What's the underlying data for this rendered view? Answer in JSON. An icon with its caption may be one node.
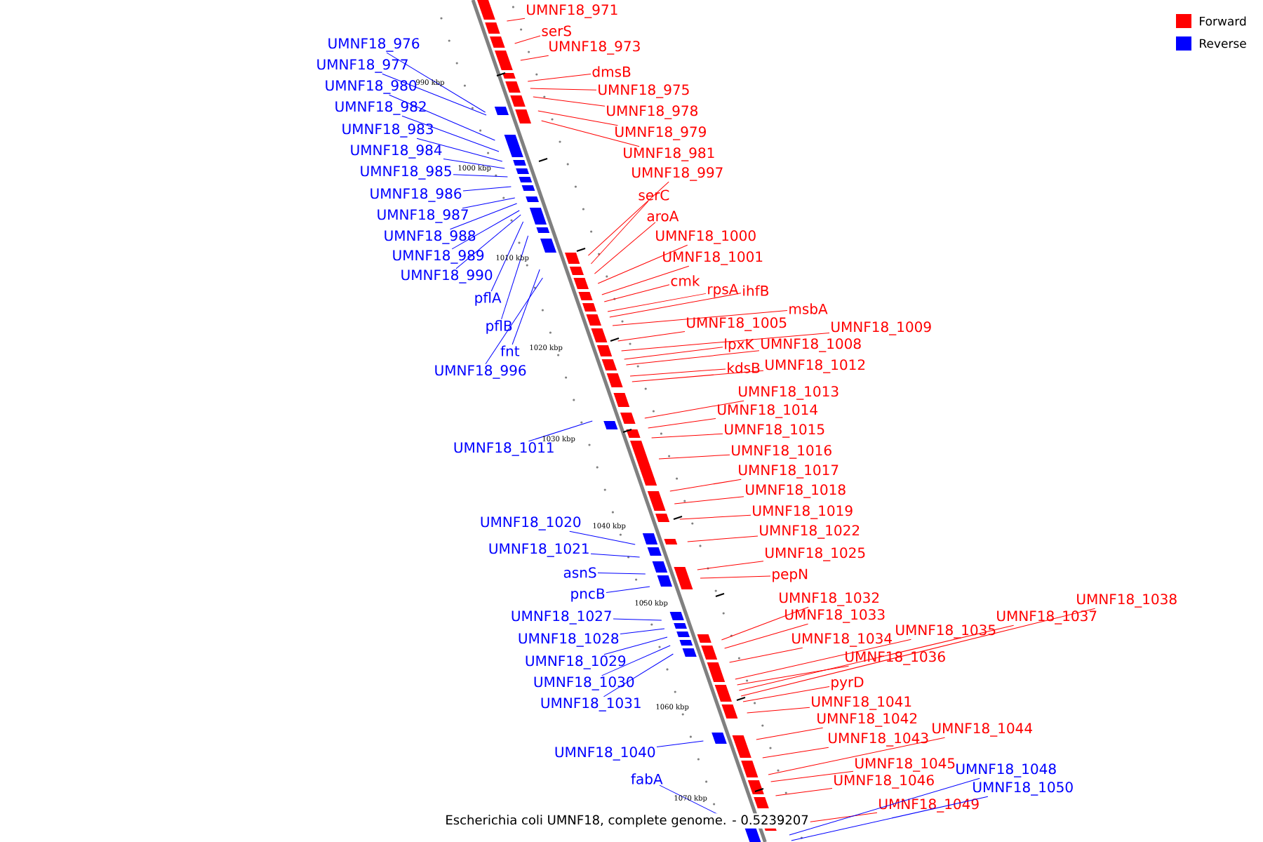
{
  "diagram": {
    "caption": "Escherichia coli UMNF18, complete genome. - 0.5239207",
    "nodes": [
      {
        "text": [
          "UMNF18_971"
        ]
      },
      {
        "text": [
          "serS"
        ]
      },
      {
        "text": [
          "UMNF18_973"
        ]
      },
      {
        "text": [
          "dmsB"
        ]
      },
      {
        "text": [
          "UMNF18_975"
        ]
      },
      {
        "text": [
          "UMNF18_978"
        ]
      },
      {
        "text": [
          "UMNF18_979"
        ]
      },
      {
        "text": [
          "UMNF18_981"
        ]
      },
      {
        "text": [
          "UMNF18_997"
        ]
      },
      {
        "text": [
          "serC"
        ]
      },
      {
        "text": [
          "aroA"
        ]
      },
      {
        "text": [
          "UMNF18_1000"
        ]
      },
      {
        "text": [
          "UMNF18_1001"
        ]
      },
      {
        "text": [
          "cmk"
        ]
      },
      {
        "text": [
          "rpsA"
        ]
      },
      {
        "text": [
          "ihfB"
        ]
      },
      {
        "text": [
          "msbA"
        ]
      },
      {
        "text": [
          "UMNF18_1005"
        ]
      },
      {
        "text": [
          "UMNF18_1009"
        ]
      },
      {
        "text": [
          "lpxK"
        ]
      },
      {
        "text": [
          "UMNF18_1008"
        ]
      },
      {
        "text": [
          "kdsB"
        ]
      },
      {
        "text": [
          "UMNF18_1012"
        ]
      },
      {
        "text": [
          "UMNF18_1013"
        ]
      },
      {
        "text": [
          "UMNF18_1014"
        ]
      },
      {
        "text": [
          "UMNF18_1015"
        ]
      },
      {
        "text": [
          "UMNF18_1016"
        ]
      },
      {
        "text": [
          "UMNF18_1017"
        ]
      },
      {
        "text": [
          "UMNF18_1018"
        ]
      },
      {
        "text": [
          "UMNF18_1019"
        ]
      },
      {
        "text": [
          "UMNF18_1022"
        ]
      },
      {
        "text": [
          "UMNF18_1025"
        ]
      },
      {
        "text": [
          "pepN"
        ]
      },
      {
        "text": [
          "UMNF18_1032"
        ]
      },
      {
        "text": [
          "UMNF18_1033"
        ]
      },
      {
        "text": [
          "UMNF18_1034"
        ]
      },
      {
        "text": [
          "UMNF18_1035"
        ]
      },
      {
        "text": [
          "UMNF18_1036"
        ]
      },
      {
        "text": [
          "UMNF18_1037"
        ]
      },
      {
        "text": [
          "UMNF18_1038"
        ]
      },
      {
        "text": [
          "pyrD"
        ]
      },
      {
        "text": [
          "UMNF18_1041"
        ]
      },
      {
        "text": [
          "UMNF18_1042"
        ]
      },
      {
        "text": [
          "UMNF18_1043"
        ]
      },
      {
        "text": [
          "UMNF18_1044"
        ]
      },
      {
        "text": [
          "UMNF18_1045"
        ]
      },
      {
        "text": [
          "UMNF18_1046"
        ]
      },
      {
        "text": [
          "UMNF18_1049"
        ]
      },
      {
        "text": [
          "UMNF18_1048"
        ]
      },
      {
        "text": [
          "UMNF18_1050"
        ]
      },
      {
        "text": [
          "UMNF18_976"
        ]
      },
      {
        "text": [
          "UMNF18_977"
        ]
      },
      {
        "text": [
          "UMNF18_980"
        ]
      },
      {
        "text": [
          "UMNF18_982"
        ]
      },
      {
        "text": [
          "UMNF18_983"
        ]
      },
      {
        "text": [
          "UMNF18_984"
        ]
      },
      {
        "text": [
          "UMNF18_985"
        ]
      },
      {
        "text": [
          "UMNF18_986"
        ]
      },
      {
        "text": [
          "UMNF18_987"
        ]
      },
      {
        "text": [
          "UMNF18_988"
        ]
      },
      {
        "text": [
          "UMNF18_989"
        ]
      },
      {
        "text": [
          "UMNF18_990"
        ]
      },
      {
        "text": [
          "pflA"
        ]
      },
      {
        "text": [
          "pflB"
        ]
      },
      {
        "text": [
          "fnt"
        ]
      },
      {
        "text": [
          "UMNF18_996"
        ]
      },
      {
        "text": [
          "UMNF18_1011"
        ]
      },
      {
        "text": [
          "UMNF18_1020"
        ]
      },
      {
        "text": [
          "UMNF18_1021"
        ]
      },
      {
        "text": [
          "asnS"
        ]
      },
      {
        "text": [
          "pncB"
        ]
      },
      {
        "text": [
          "UMNF18_1027"
        ]
      },
      {
        "text": [
          "UMNF18_1028"
        ]
      },
      {
        "text": [
          "UMNF18_1029"
        ]
      },
      {
        "text": [
          "UMNF18_1030"
        ]
      },
      {
        "text": [
          "UMNF18_1031"
        ]
      },
      {
        "text": [
          "UMNF18_1040"
        ]
      },
      {
        "text": [
          "fabA"
        ]
      }
    ],
    "edges": [
      {
        "from": 0,
        "to": null,
        "arrow": "none"
      },
      {
        "from": 1,
        "to": null,
        "arrow": "none"
      },
      {
        "from": 2,
        "to": null,
        "arrow": "none"
      },
      {
        "from": 3,
        "to": null,
        "arrow": "none"
      },
      {
        "from": 4,
        "to": null,
        "arrow": "none"
      },
      {
        "from": 5,
        "to": null,
        "arrow": "none"
      },
      {
        "from": 6,
        "to": null,
        "arrow": "none"
      },
      {
        "from": 7,
        "to": null,
        "arrow": "none"
      },
      {
        "from": 8,
        "to": null,
        "arrow": "none"
      },
      {
        "from": 9,
        "to": null,
        "arrow": "none"
      },
      {
        "from": 10,
        "to": null,
        "arrow": "none"
      },
      {
        "from": 11,
        "to": null,
        "arrow": "none"
      },
      {
        "from": 12,
        "to": null,
        "arrow": "none"
      },
      {
        "from": 13,
        "to": null,
        "arrow": "none"
      },
      {
        "from": 14,
        "to": null,
        "arrow": "none"
      },
      {
        "from": 15,
        "to": null,
        "arrow": "none"
      },
      {
        "from": 16,
        "to": null,
        "arrow": "none"
      },
      {
        "from": 17,
        "to": null,
        "arrow": "none"
      },
      {
        "from": 18,
        "to": null,
        "arrow": "none"
      },
      {
        "from": 19,
        "to": null,
        "arrow": "none"
      },
      {
        "from": 20,
        "to": null,
        "arrow": "none"
      },
      {
        "from": 21,
        "to": null,
        "arrow": "none"
      },
      {
        "from": 22,
        "to": null,
        "arrow": "none"
      },
      {
        "from": 23,
        "to": null,
        "arrow": "none"
      },
      {
        "from": 24,
        "to": null,
        "arrow": "none"
      },
      {
        "from": 25,
        "to": null,
        "arrow": "none"
      },
      {
        "from": 26,
        "to": null,
        "arrow": "none"
      },
      {
        "from": 27,
        "to": null,
        "arrow": "none"
      },
      {
        "from": 28,
        "to": null,
        "arrow": "none"
      },
      {
        "from": 29,
        "to": null,
        "arrow": "none"
      },
      {
        "from": 30,
        "to": null,
        "arrow": "none"
      },
      {
        "from": 31,
        "to": null,
        "arrow": "none"
      },
      {
        "from": 32,
        "to": null,
        "arrow": "none"
      },
      {
        "from": 33,
        "to": null,
        "arrow": "none"
      },
      {
        "from": 34,
        "to": null,
        "arrow": "none"
      },
      {
        "from": 35,
        "to": null,
        "arrow": "none"
      },
      {
        "from": 36,
        "to": null,
        "arrow": "none"
      },
      {
        "from": 37,
        "to": null,
        "arrow": "none"
      },
      {
        "from": 38,
        "to": null,
        "arrow": "none"
      },
      {
        "from": 39,
        "to": null,
        "arrow": "none"
      },
      {
        "from": 40,
        "to": null,
        "arrow": "none"
      },
      {
        "from": 41,
        "to": null,
        "arrow": "none"
      },
      {
        "from": 42,
        "to": null,
        "arrow": "none"
      },
      {
        "from": 43,
        "to": null,
        "arrow": "none"
      },
      {
        "from": 44,
        "to": null,
        "arrow": "none"
      },
      {
        "from": 45,
        "to": null,
        "arrow": "none"
      },
      {
        "from": 46,
        "to": null,
        "arrow": "none"
      },
      {
        "from": 47,
        "to": null,
        "arrow": "none"
      },
      {
        "from": 48,
        "to": null,
        "arrow": "none",
        "color": "#0000ff"
      },
      {
        "from": 49,
        "to": null,
        "arrow": "none",
        "color": "#0000ff"
      },
      {
        "from": 50,
        "to": null,
        "arrow": "none",
        "color": "#0000ff"
      },
      {
        "from": 51,
        "to": null,
        "arrow": "none",
        "color": "#0000ff"
      },
      {
        "from": 52,
        "to": null,
        "arrow": "none",
        "color": "#0000ff"
      },
      {
        "from": 53,
        "to": null,
        "arrow": "none",
        "color": "#0000ff"
      },
      {
        "from": 54,
        "to": null,
        "arrow": "none",
        "color": "#0000ff"
      },
      {
        "from": 55,
        "to": null,
        "arrow": "none",
        "color": "#0000ff"
      },
      {
        "from": 56,
        "to": null,
        "arrow": "none",
        "color": "#0000ff"
      },
      {
        "from": 57,
        "to": null,
        "arrow": "none",
        "color": "#0000ff"
      },
      {
        "from": 58,
        "to": null,
        "arrow": "none",
        "color": "#0000ff"
      },
      {
        "from": 59,
        "to": null,
        "arrow": "none",
        "color": "#0000ff"
      },
      {
        "from": 60,
        "to": null,
        "arrow": "none",
        "color": "#0000ff"
      },
      {
        "from": 61,
        "to": null,
        "arrow": "none",
        "color": "#0000ff"
      },
      {
        "from": 62,
        "to": null,
        "arrow": "none",
        "color": "#0000ff"
      },
      {
        "from": 63,
        "to": null,
        "arrow": "none",
        "color": "#0000ff"
      },
      {
        "from": 64,
        "to": null,
        "arrow": "none",
        "color": "#0000ff"
      },
      {
        "from": 65,
        "to": null,
        "arrow": "none",
        "color": "#0000ff"
      },
      {
        "from": 66,
        "to": null,
        "arrow": "none",
        "color": "#0000ff"
      },
      {
        "from": 67,
        "to": null,
        "arrow": "none",
        "color": "#0000ff"
      },
      {
        "from": 68,
        "to": null,
        "arrow": "none",
        "color": "#0000ff"
      },
      {
        "from": 69,
        "to": null,
        "arrow": "none",
        "color": "#0000ff"
      },
      {
        "from": 70,
        "to": null,
        "arrow": "none",
        "color": "#0000ff"
      },
      {
        "from": 71,
        "to": null,
        "arrow": "none",
        "color": "#0000ff"
      },
      {
        "from": 72,
        "to": null,
        "arrow": "none",
        "color": "#0000ff"
      },
      {
        "from": 73,
        "to": null,
        "arrow": "none",
        "color": "#0000ff"
      },
      {
        "from": 74,
        "to": null,
        "arrow": "none",
        "color": "#0000ff"
      },
      {
        "from": 75,
        "to": null,
        "arrow": "none",
        "color": "#0000ff"
      },
      {
        "from": 76,
        "to": null,
        "arrow": "none",
        "color": "#0000ff"
      },
      {
        "from": 77,
        "to": null,
        "arrow": "none",
        "color": "#0000ff"
      }
    ],
    "labels": [
      "990 kbp",
      "1000 kbp",
      "1010 kbp",
      "1020 kbp",
      "1030 kbp",
      "1040 kbp",
      "1050 kbp",
      "1060 kbp",
      "1070 kbp"
    ],
    "legend": [
      {
        "text": "Forward",
        "color": "#ff0000"
      },
      {
        "text": "Reverse",
        "color": "#0000ff"
      }
    ]
  }
}
